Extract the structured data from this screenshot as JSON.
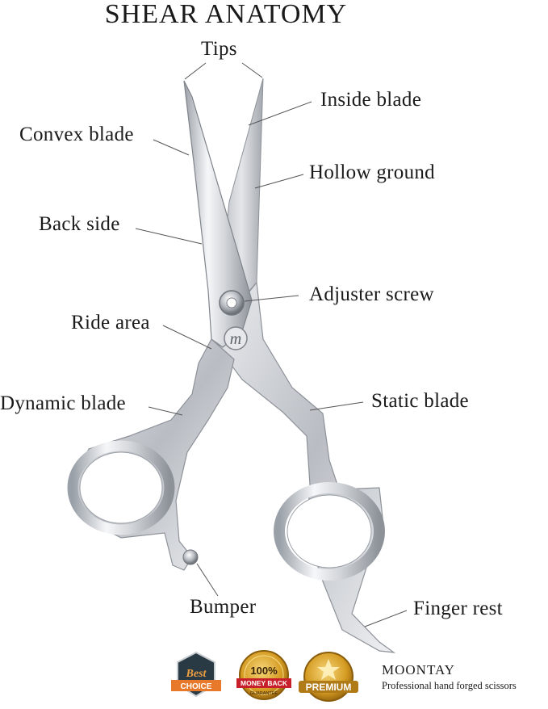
{
  "title": "SHEAR ANATOMY",
  "labels": {
    "tips": "Tips",
    "inside_blade": "Inside blade",
    "convex_blade": "Convex blade",
    "hollow_ground": "Hollow ground",
    "back_side": "Back side",
    "adjuster_screw": "Adjuster screw",
    "ride_area": "Ride area",
    "dynamic_blade": "Dynamic blade",
    "static_blade": "Static blade",
    "bumper": "Bumper",
    "finger_rest": "Finger rest"
  },
  "logo_letter": "m",
  "badges": {
    "best_top": "Best",
    "best_bottom": "CHOICE",
    "money_top": "100%",
    "money_mid": "MONEY BACK",
    "money_bottom": "GUARANTEE",
    "premium": "PREMIUM"
  },
  "brand": {
    "name": "MOONTAY",
    "tagline": "Professional hand forged scissors"
  },
  "colors": {
    "steel_light": "#f4f5f7",
    "steel_mid": "#c9ccd1",
    "steel_dark": "#8a8f96",
    "gold": "#d9a32a",
    "badge_dark": "#2a3a44",
    "badge_orange": "#e8792a"
  }
}
